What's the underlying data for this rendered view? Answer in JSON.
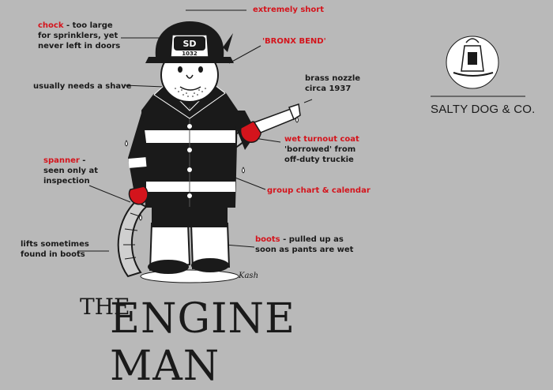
{
  "labels": {
    "extremely_short": "extremely short",
    "chock_keyword": "chock",
    "chock_rest": " - too large\nfor sprinklers, yet\nnever left in doors",
    "bronx_bend": "'BRONX BEND'",
    "shave": "usually needs a shave",
    "nozzle": "brass nozzle\ncirca 1937",
    "coat_keyword": "wet turnout coat",
    "coat_rest": "'borrowed' from\noff-duty truckie",
    "spanner_keyword": "spanner",
    "spanner_rest": " -\nseen only at\ninspection",
    "group_chart": "group chart & calendar",
    "lifts": "lifts sometimes\nfound in boots",
    "boots_keyword": "boots",
    "boots_rest": " - pulled up as\nsoon as pants are wet"
  },
  "helmet": {
    "shield_text": "SD",
    "number": "1032"
  },
  "brand": {
    "name": "SALTY DOG & CO."
  },
  "title": {
    "text": "THE ENGINE MAN",
    "part1": "THE",
    "part2": "ENGINE MAN"
  },
  "signature": "Kash",
  "colors": {
    "background": "#b9b9b9",
    "accent_red": "#d4141c",
    "ink": "#1a1a1a",
    "coat": "#1a1a1a",
    "stripe": "#ffffff"
  }
}
